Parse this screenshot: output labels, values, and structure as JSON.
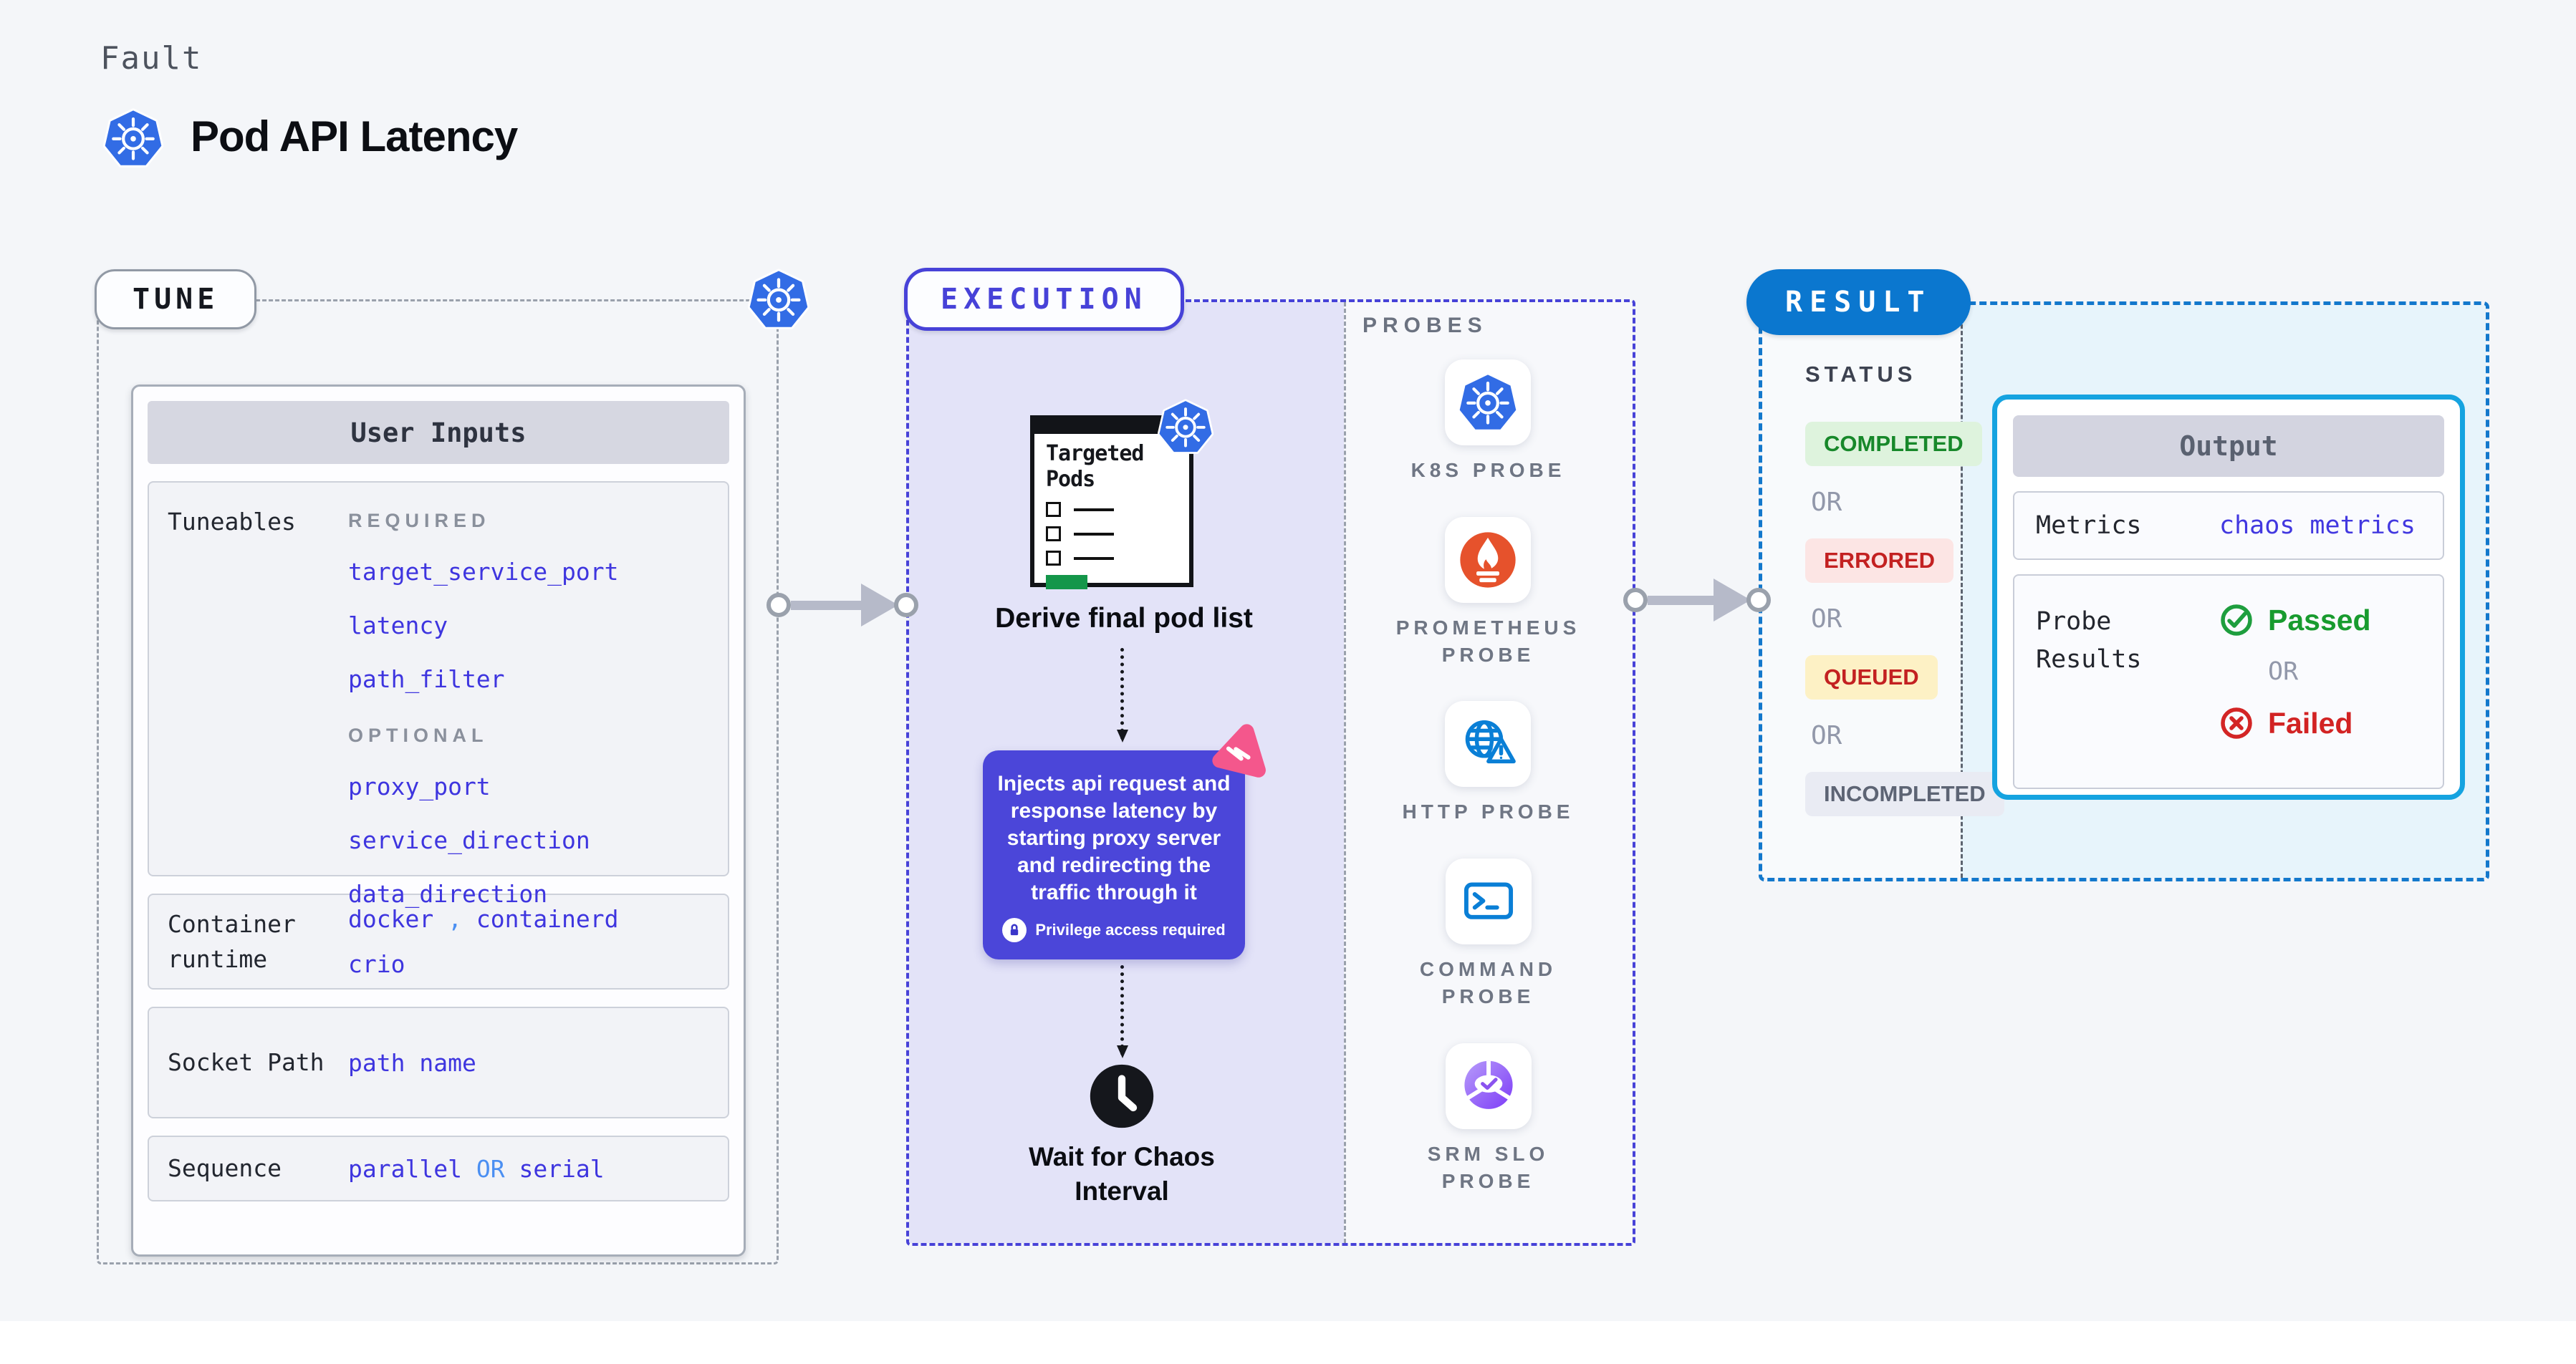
{
  "header": {
    "fault_label": "Fault",
    "title": "Pod API Latency"
  },
  "tune": {
    "pill": "TUNE",
    "user_inputs_title": "User Inputs",
    "tuneables_label": "Tuneables",
    "required_label": "REQUIRED",
    "required_items": [
      "target_service_port",
      "latency",
      "path_filter"
    ],
    "optional_label": "OPTIONAL",
    "optional_items": [
      "proxy_port",
      "service_direction",
      "data_direction"
    ],
    "container_runtime_label": "Container runtime",
    "runtime_value_1": "docker",
    "runtime_comma": ",",
    "runtime_value_2": "containerd",
    "runtime_value_3": "crio",
    "socket_path_label": "Socket Path",
    "socket_path_value": "path name",
    "sequence_label": "Sequence",
    "sequence_value_1": "parallel",
    "sequence_or": "OR",
    "sequence_value_2": "serial"
  },
  "execution": {
    "pill": "EXECUTION",
    "targeted_pods_title": "Targeted Pods",
    "derive_caption": "Derive final pod list",
    "inject_text": "Injects api request and response latency by starting proxy server and redirecting the traffic through it",
    "privilege_note": "Privilege access required",
    "wait_caption": "Wait for Chaos Interval",
    "probes": {
      "label": "PROBES",
      "items": [
        {
          "icon": "kubernetes-icon",
          "line1": "K8S PROBE",
          "line2": ""
        },
        {
          "icon": "prometheus-icon",
          "line1": "PROMETHEUS",
          "line2": "PROBE"
        },
        {
          "icon": "globe-warning-icon",
          "line1": "HTTP PROBE",
          "line2": ""
        },
        {
          "icon": "terminal-icon",
          "line1": "COMMAND",
          "line2": "PROBE"
        },
        {
          "icon": "pie-check-icon",
          "line1": "SRM SLO",
          "line2": "PROBE"
        }
      ]
    }
  },
  "result": {
    "pill": "RESULT",
    "status_label": "STATUS",
    "or_label": "OR",
    "statuses": [
      "COMPLETED",
      "ERRORED",
      "QUEUED",
      "INCOMPLETED"
    ],
    "output": {
      "title": "Output",
      "metrics_label": "Metrics",
      "metrics_value": "chaos metrics",
      "probe_results_label": "Probe Results",
      "passed": "Passed",
      "or": "OR",
      "failed": "Failed"
    }
  },
  "colors": {
    "kubernetes_blue": "#326CE5",
    "execution_indigo": "#4742D8",
    "inject_card_bg": "#4B46D9",
    "param_text_blue": "#3E35DF",
    "separator_light_blue": "#4B8FF2",
    "result_pill_blue": "#0B77CF",
    "output_border_cyan": "#15A3E0",
    "success_green": "#189B2E",
    "error_red": "#C32121",
    "queued_bg_yellow": "#FDF1C5",
    "prometheus_orange": "#E6522C",
    "probe_icon_blue": "#0A7FD6",
    "srm_purple": "#7D3BF7",
    "chaos_pink": "#F4578C",
    "pod_list_green": "#14964A"
  }
}
